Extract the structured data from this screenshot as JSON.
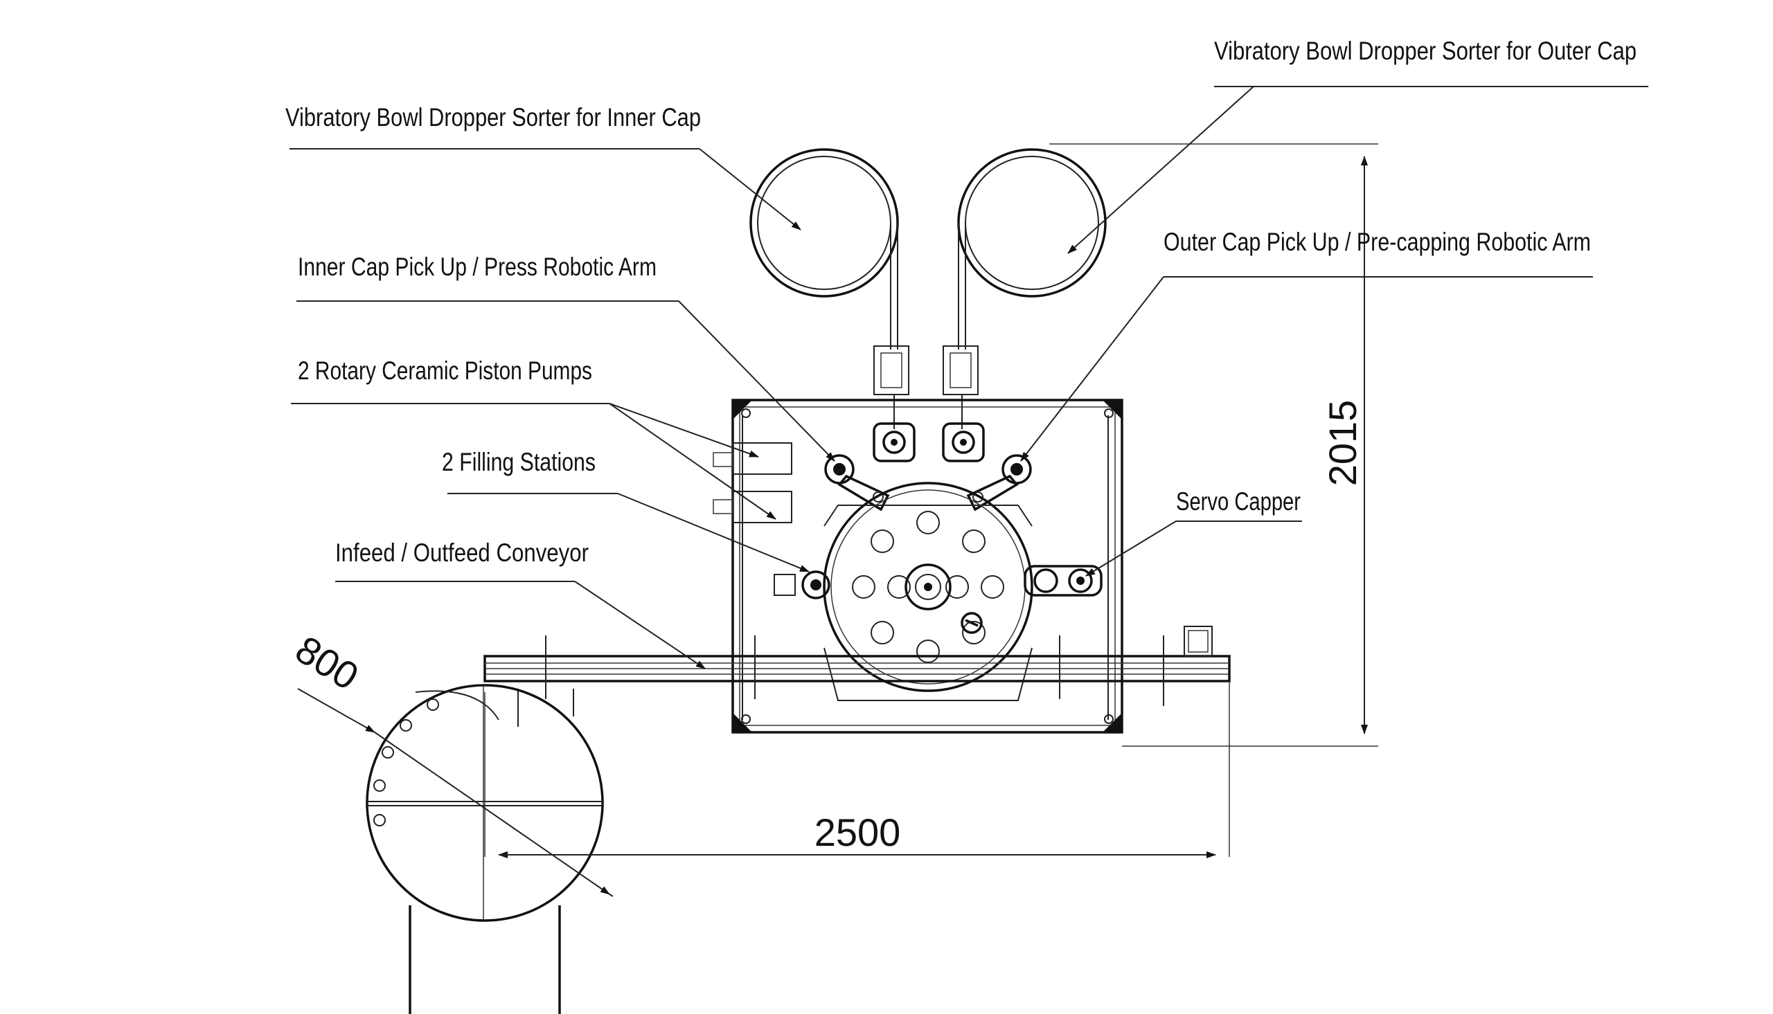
{
  "labels": {
    "outer_bowl": "Vibratory Bowl Dropper Sorter for Outer Cap",
    "inner_bowl": "Vibratory Bowl Dropper Sorter for Inner Cap",
    "inner_arm": "Inner Cap Pick Up / Press Robotic Arm",
    "outer_arm": "Outer Cap Pick Up / Pre-capping Robotic Arm",
    "pumps": "2 Rotary Ceramic Piston Pumps",
    "filling": "2 Filling Stations",
    "servo": "Servo Capper",
    "conveyor": "Infeed / Outfeed Conveyor"
  },
  "dimensions": {
    "height": "2015",
    "length": "2500",
    "diameter": "800"
  }
}
